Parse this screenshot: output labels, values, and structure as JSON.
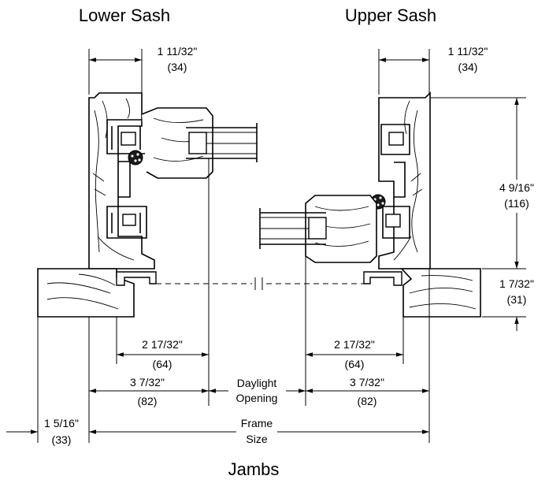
{
  "titles": {
    "lower_sash": "Lower Sash",
    "upper_sash": "Upper Sash",
    "bottom": "Jambs"
  },
  "dimensions": {
    "left_top_in": "1 11/32\"",
    "left_top_mm": "(34)",
    "right_top_in": "1 11/32\"",
    "right_top_mm": "(34)",
    "right_height_in": "4 9/16\"",
    "right_height_mm": "(116)",
    "right_sill_in": "1 7/32\"",
    "right_sill_mm": "(31)",
    "left_inner_in": "2 17/32\"",
    "left_inner_mm": "(64)",
    "right_inner_in": "2 17/32\"",
    "right_inner_mm": "(64)",
    "left_outer_in": "3 7/32\"",
    "left_outer_mm": "(82)",
    "right_outer_in": "3 7/32\"",
    "right_outer_mm": "(82)",
    "daylight_l1": "Daylight",
    "daylight_l2": "Opening",
    "left_edge_in": "1 5/16\"",
    "left_edge_mm": "(33)",
    "frame_l1": "Frame",
    "frame_l2": "Size"
  }
}
